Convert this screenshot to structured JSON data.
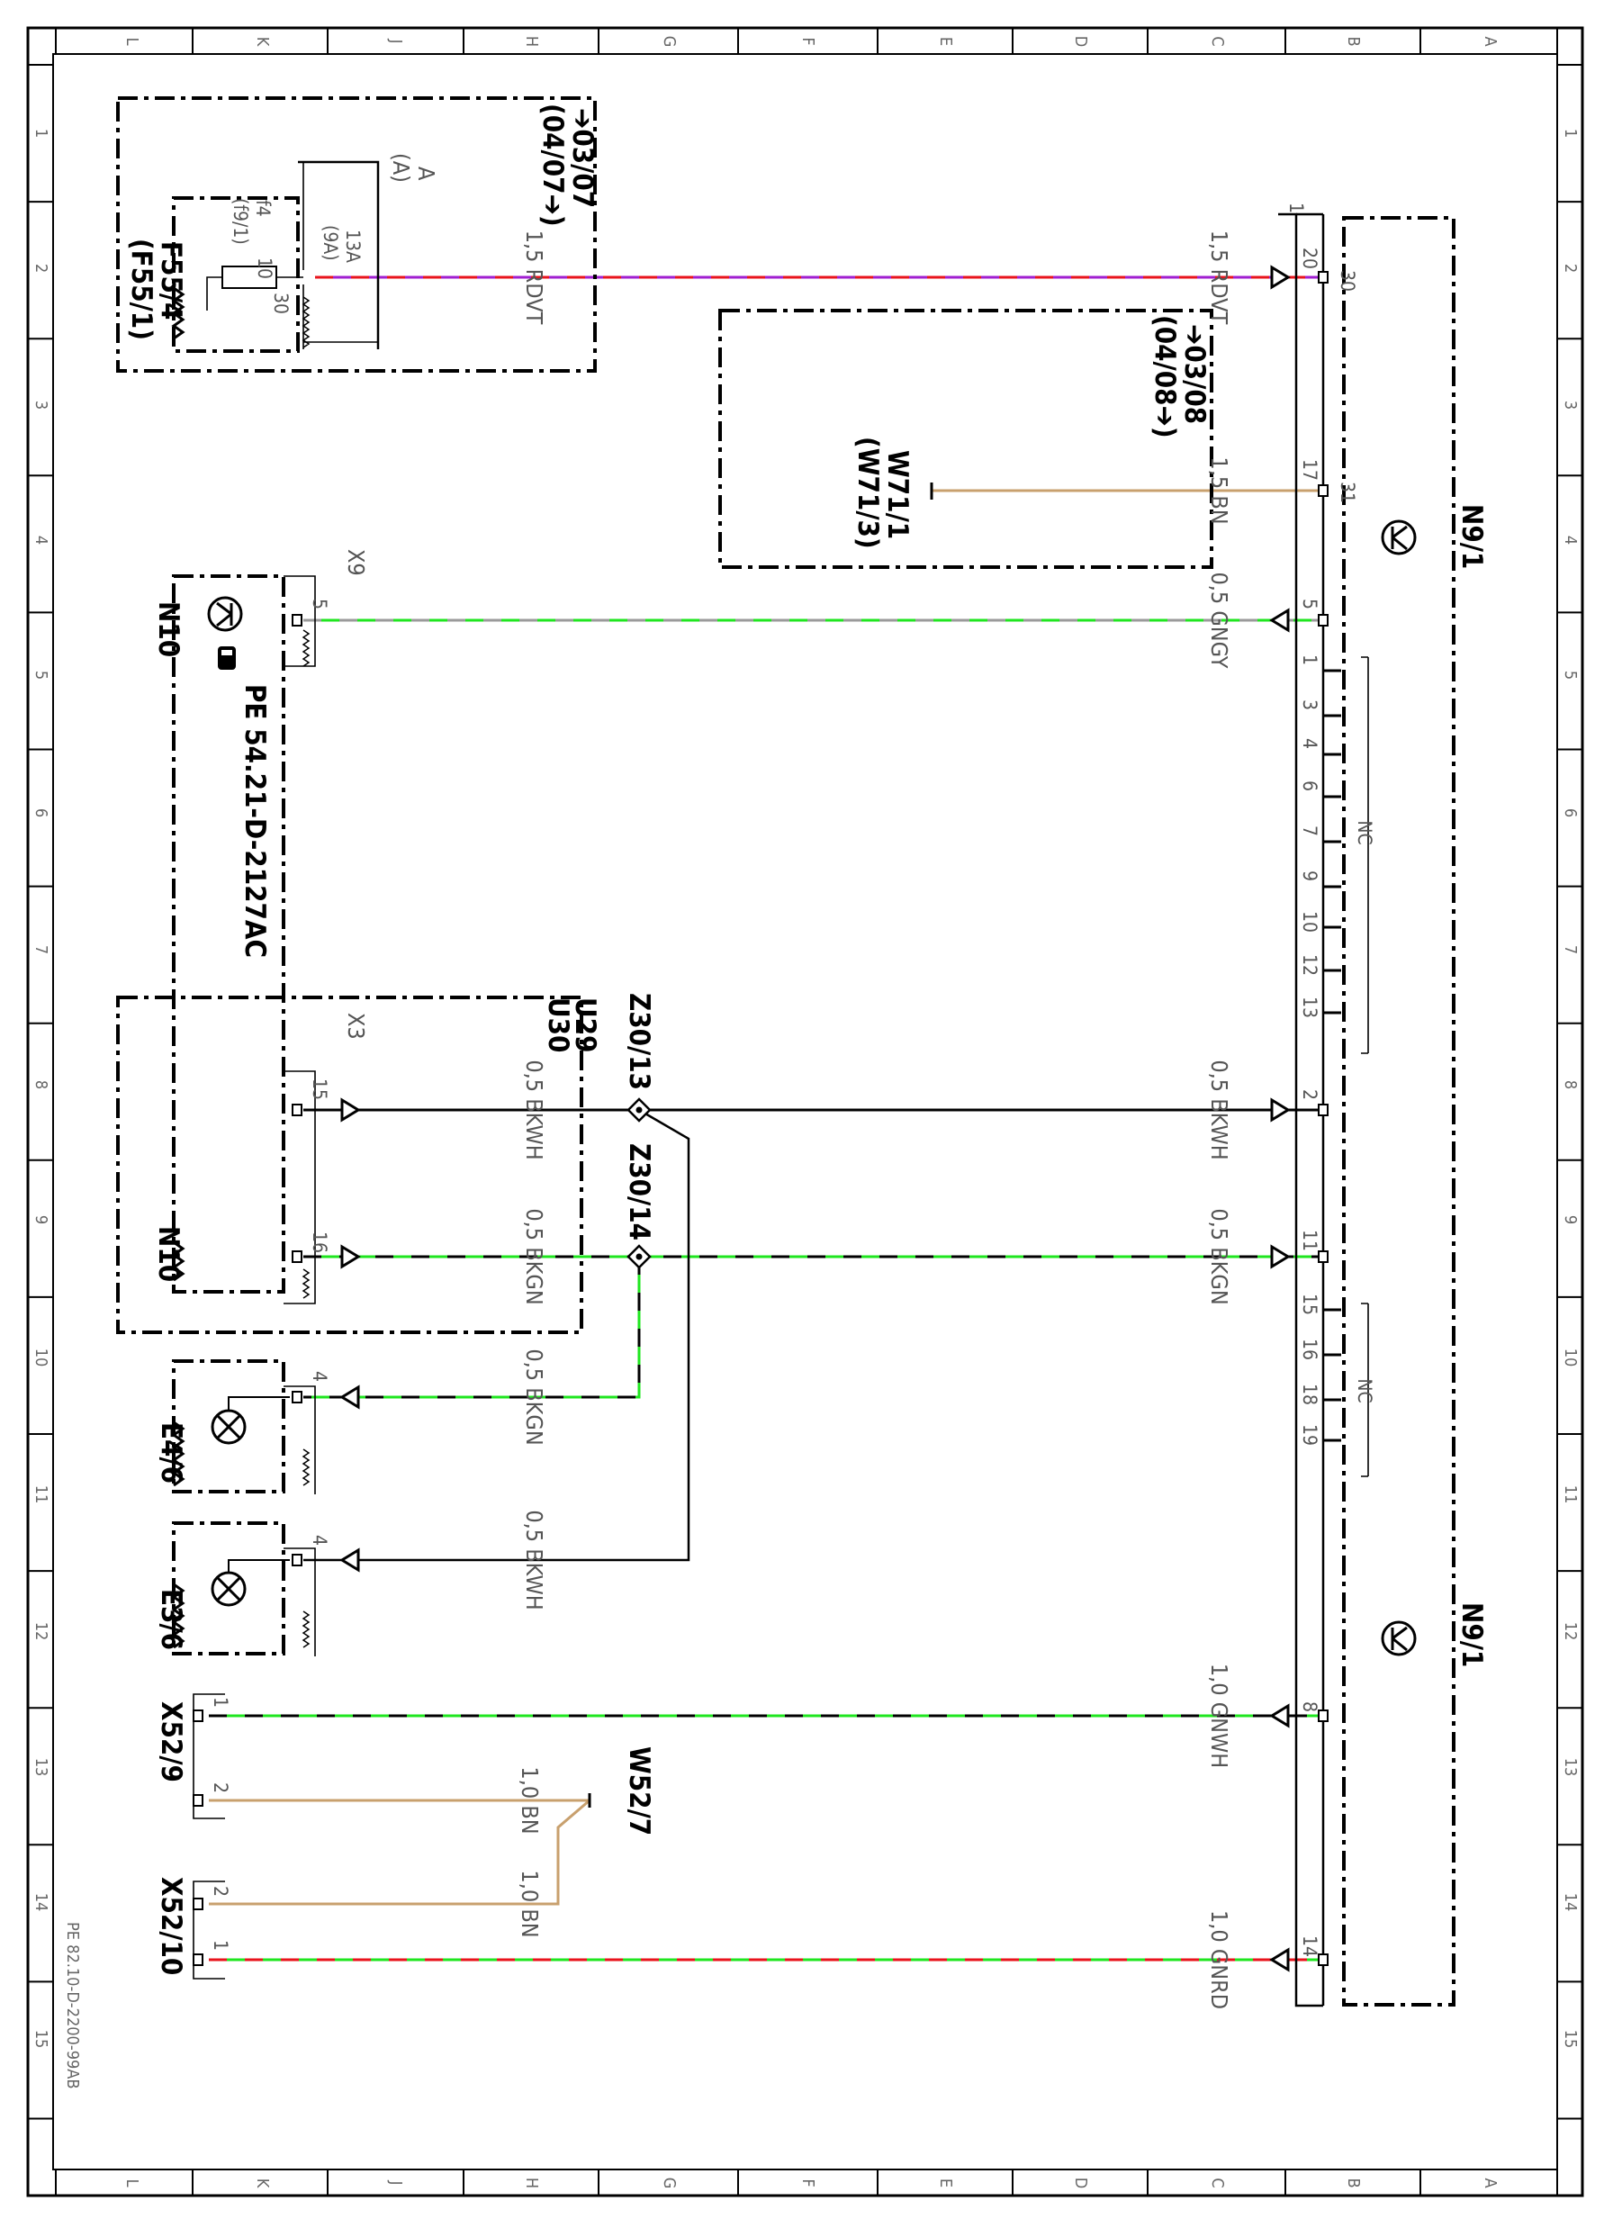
{
  "sheet": {
    "columns": [
      "L",
      "K",
      "J",
      "H",
      "G",
      "F",
      "E",
      "D",
      "C",
      "B",
      "A"
    ],
    "rows": [
      "1",
      "2",
      "3",
      "4",
      "5",
      "6",
      "7",
      "8",
      "9",
      "10",
      "11",
      "12",
      "13",
      "14",
      "15"
    ],
    "document_number": "PE 82.10-D-2200-99AB"
  },
  "colors": {
    "RD": "#e8141c",
    "VT": "#a01fd0",
    "BN": "#c8a06e",
    "GN": "#1fe61f",
    "BK": "#000000",
    "GY": "#9a9a9a",
    "WH": "#ffffff"
  },
  "components": {
    "F55_4": {
      "name": "F55/4",
      "alt": "(F55/1)",
      "fuse_label": "f4",
      "fuse_alt": "(f9/1)",
      "fuse_value": "10",
      "terminal_30": "30",
      "rating": "13A",
      "rating_alt": "(9A)",
      "plug": "A",
      "plug_alt": "(A)"
    },
    "ref_1": {
      "lines": [
        "➔03/07",
        "(04/07➔)"
      ]
    },
    "ref_2": {
      "lines": [
        "➔03/08",
        "(04/08➔)"
      ]
    },
    "W71_1": {
      "name": "W71/1",
      "alt": "(W71/3)"
    },
    "N10_top": {
      "name": "N10",
      "connector": "X9",
      "pin": "5",
      "note": "PE 54.21-D-2127AC"
    },
    "N10_bottom": {
      "name": "N10",
      "connector": "X3",
      "pins": [
        "15",
        "16"
      ],
      "label_a": "U29",
      "label_b": "U30"
    },
    "Z30_13": {
      "name": "Z30/13"
    },
    "Z30_14": {
      "name": "Z30/14"
    },
    "E4_6": {
      "name": "E4/6",
      "pin": "4"
    },
    "E3_6": {
      "name": "E3/6",
      "pin": "4"
    },
    "X52_9": {
      "name": "X52/9",
      "pins": [
        "1",
        "2"
      ]
    },
    "X52_10": {
      "name": "X52/10",
      "pins": [
        "2",
        "1"
      ]
    },
    "W52_7": {
      "name": "W52/7"
    },
    "N9_1": {
      "name": "N9/1",
      "connector_number": "1",
      "nc_label": "NC",
      "nc_group_1": [
        "1",
        "3",
        "4",
        "6",
        "7",
        "9",
        "10",
        "12",
        "13"
      ],
      "nc_group_2": [
        "15",
        "16",
        "18",
        "19"
      ]
    }
  },
  "wires": [
    {
      "label": "1,5 RDVT",
      "pin": "20",
      "terminal": "30"
    },
    {
      "label": "1,5 BN",
      "pin": "17",
      "terminal": "31"
    },
    {
      "label": "0,5 GNGY",
      "pin": "5"
    },
    {
      "label": "0,5 BKWH",
      "pin": "2"
    },
    {
      "label": "0,5 BKGN",
      "pin": "11"
    },
    {
      "label": "0,5 BKWH",
      "pin": ""
    },
    {
      "label": "0,5 BKGN",
      "pin": ""
    },
    {
      "label": "0,5 BKGN",
      "pin": ""
    },
    {
      "label": "0,5 BKWH",
      "pin": ""
    },
    {
      "label": "1,0 GNWH",
      "pin": "8"
    },
    {
      "label": "1,0 BN",
      "pin": ""
    },
    {
      "label": "1,0 BN",
      "pin": ""
    },
    {
      "label": "1,0 GNRD",
      "pin": "14"
    }
  ]
}
